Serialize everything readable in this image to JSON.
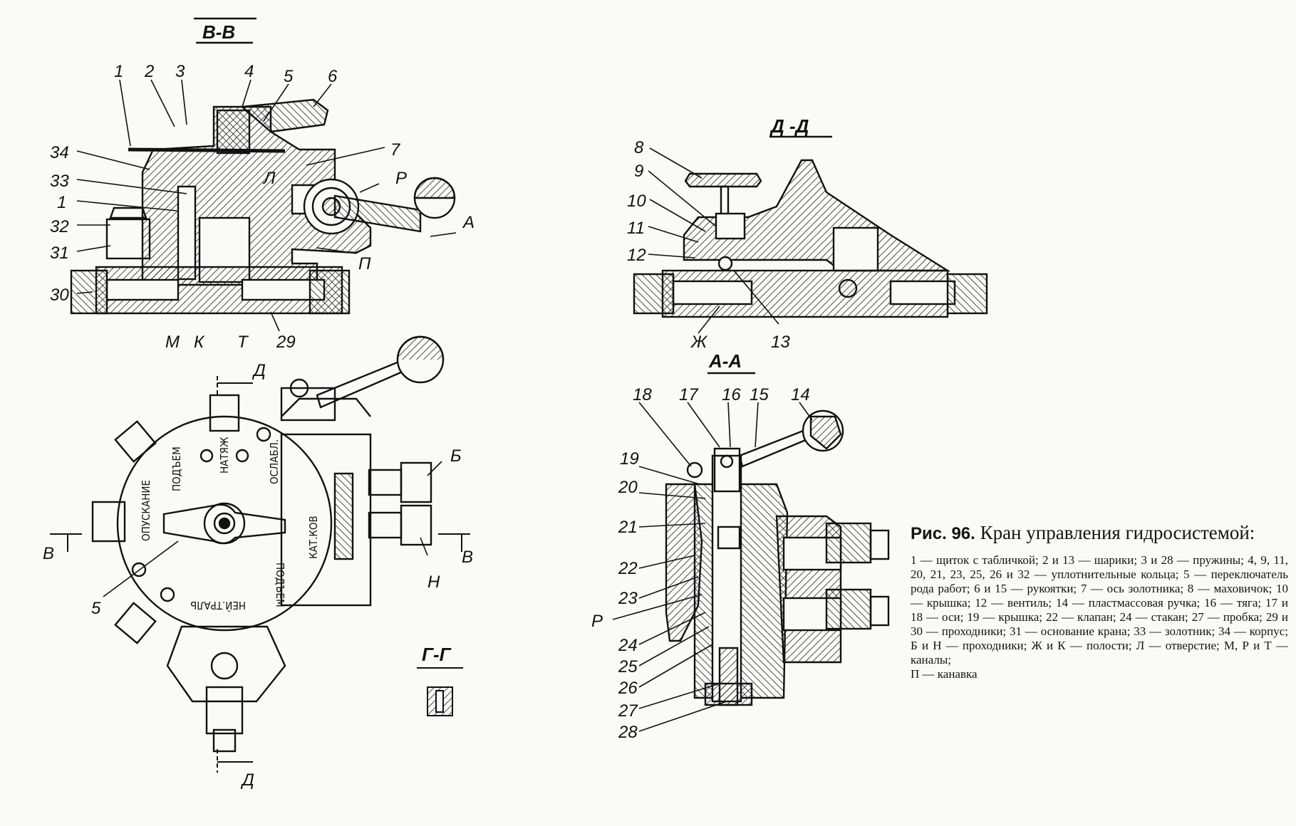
{
  "sections": {
    "bb": "В-В",
    "dd": "Д -Д",
    "aa": "А-А",
    "gg": "Г-Г"
  },
  "callouts_bb": [
    "1",
    "2",
    "3",
    "4",
    "5",
    "6",
    "7",
    "34",
    "33",
    "1",
    "32",
    "31",
    "30",
    "29"
  ],
  "letters_bb": [
    "Л",
    "Р",
    "А",
    "П",
    "М",
    "К",
    "Т"
  ],
  "callouts_dd": [
    "8",
    "9",
    "10",
    "11",
    "12",
    "13"
  ],
  "letters_dd": [
    "Ж"
  ],
  "callouts_plan": [
    "5"
  ],
  "letters_plan": [
    "Д",
    "Д",
    "Б",
    "В",
    "В",
    "Н"
  ],
  "dial_words": [
    "ОПУСКАНИЕ",
    "ПОДЪЕМ",
    "НАТЯЖ",
    "ОСЛАБЛ.",
    "КАТ.КОВ",
    "ПОДЪЕМ",
    "НЕЙ.ТРАЛЬ"
  ],
  "callouts_aa": [
    "18",
    "17",
    "16",
    "15",
    "14",
    "19",
    "20",
    "21",
    "22",
    "23",
    "24",
    "25",
    "26",
    "27",
    "28"
  ],
  "letters_aa": [
    "Р"
  ],
  "caption": {
    "number": "Рис. 96.",
    "title": "Кран управления гидросистемой:",
    "body": "1 — щиток с табличкой; 2 и 13 — шарики; 3 и 28 — пружины; 4, 9, 11, 20, 21, 23, 25, 26 и 32 — уплотнительные кольца; 5 — переключатель рода работ; 6 и 15 — рукоятки; 7 — ось золотника; 8 — маховичок; 10 — крышка; 12 — вентиль; 14 — пластмассовая ручка; 16 — тяга; 17 и 18 — оси; 19 — крышка; 22 — клапан; 24 — стакан; 27 — пробка; 29 и 30 — проходники; 31 — основание крана; 33 — золотник; 34 — корпус; Б и Н — проходники; Ж и К — полости; Л — отверстие; М, Р и Т — каналы;",
    "last": "П — канавка"
  }
}
